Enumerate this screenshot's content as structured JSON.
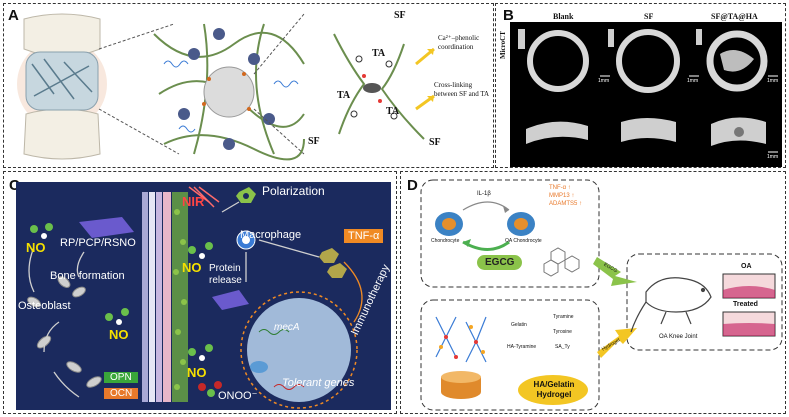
{
  "panel_a": {
    "label": "A",
    "sf_top": "SF",
    "sf_left": "SF",
    "sf_bottom": "SF",
    "ta_1": "TA",
    "ta_2": "TA",
    "ta_3": "TA",
    "note_coordination": "Ca²⁺–phenolic coordination",
    "note_crosslink": "Cross-linking between SF and TA"
  },
  "panel_b": {
    "label": "B",
    "col_blank": "Blank",
    "col_sf": "SF",
    "col_sftaha": "SF@TA@HA",
    "row_label": "MicroCT",
    "scale_1": "1mm",
    "scale_2": "1mm",
    "scale_3": "1mm",
    "scale_4": "1mm"
  },
  "panel_c": {
    "label": "C",
    "nir": "NIR",
    "no_1": "NO",
    "no_2": "NO",
    "no_3": "NO",
    "no_4": "NO",
    "rp": "RP/PCP/RSNO",
    "bone_formation": "Bone formation",
    "osteoblast": "Osteoblast",
    "opn": "OPN",
    "ocn": "OCN",
    "polarization": "Polarization",
    "macrophage": "Macrophage",
    "tnf": "TNF-α",
    "protein_release": "Protein release",
    "immunotherapy": "Immunotherapy",
    "meca": "mecA",
    "tolerant_genes": "Tolerant genes",
    "onoo": "ONOO⁻"
  },
  "panel_d": {
    "label": "D",
    "il1b": "IL-1β",
    "markers": [
      "TNF-α ↑",
      "MMP13 ↑",
      "ADAMTS5 ↑"
    ],
    "chondrocyte": "Chondrocyte",
    "oa_chondrocyte": "OA Chondrocyte",
    "egcg_box": "EGCG",
    "egcg_arrow": "EGCG",
    "hydrogel_arrow": "Hydrogel",
    "gelatin": "Gelatin",
    "tyramine": "Tyramine",
    "tyrosine": "Tyrosine",
    "ha_tyramine": "HA-Tyramine",
    "sa_ty": "SA_Ty",
    "hydrogel_name": "HA/Gelatin Hydrogel",
    "oa": "OA",
    "treated": "Treated",
    "oa_knee": "OA Knee Joint"
  },
  "colors": {
    "panel_c_bg": "#1b2a5e",
    "yellow_text": "#f5e000",
    "tnf_orange": "#f08a24",
    "opn_green": "#3aa63a",
    "ocn_orange": "#e8792b",
    "egcg_green": "#8bc34a",
    "hydrogel_yellow": "#f3c623"
  }
}
